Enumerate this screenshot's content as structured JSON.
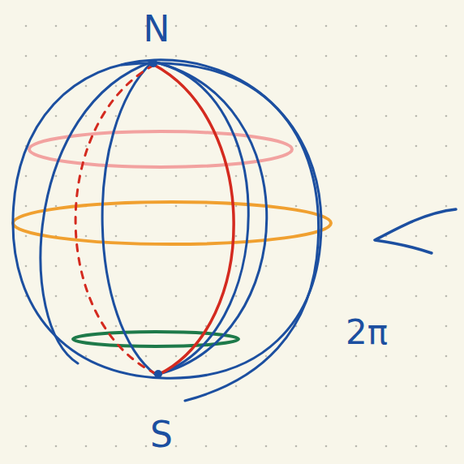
{
  "diagram": {
    "labels": [
      "N",
      "S",
      "2π"
    ]
  }
}
